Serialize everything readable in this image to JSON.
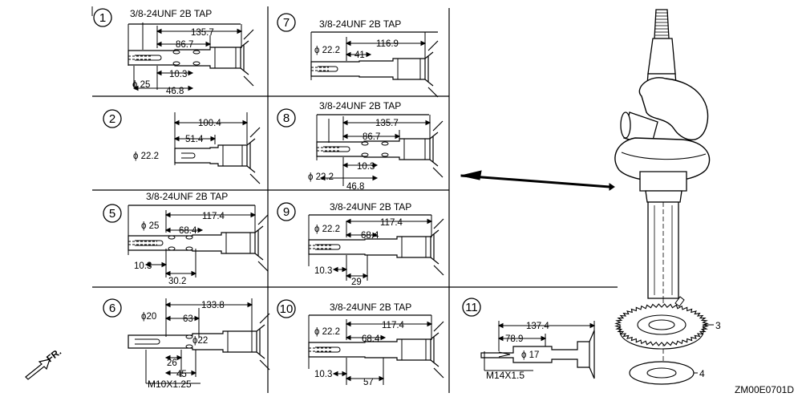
{
  "cells": [
    {
      "id": "1",
      "tap": "3/8-24UNF 2B TAP",
      "dims": [
        "135.7",
        "86.7",
        "10.3",
        "46.8"
      ],
      "phi": [
        "25"
      ]
    },
    {
      "id": "7",
      "tap": "3/8-24UNF 2B TAP",
      "dims": [
        "116.9",
        "41"
      ],
      "phi": [
        "22.2"
      ]
    },
    {
      "id": "2",
      "tap": "",
      "dims": [
        "100.4",
        "51.4"
      ],
      "phi": [
        "22.2"
      ]
    },
    {
      "id": "8",
      "tap": "3/8-24UNF 2B TAP",
      "dims": [
        "135.7",
        "86.7",
        "10.3",
        "46.8"
      ],
      "phi": [
        "22.2"
      ]
    },
    {
      "id": "5",
      "tap": "3/8-24UNF 2B TAP",
      "dims": [
        "117.4",
        "68.4",
        "10.3",
        "30.2"
      ],
      "phi": [
        "25"
      ]
    },
    {
      "id": "9",
      "tap": "3/8-24UNF 2B TAP",
      "dims": [
        "117.4",
        "68.4",
        "10.3",
        "29"
      ],
      "phi": [
        "22.2"
      ]
    },
    {
      "id": "6",
      "tap": "",
      "dims": [
        "133.8",
        "63",
        "26",
        "45"
      ],
      "phi": [
        "20",
        "22"
      ],
      "thread": "M10X1.25"
    },
    {
      "id": "10",
      "tap": "3/8-24UNF 2B TAP",
      "dims": [
        "117.4",
        "68.4",
        "10.3",
        "57"
      ],
      "phi": [
        "22.2"
      ]
    },
    {
      "id": "11",
      "tap": "",
      "dims": [
        "137.4",
        "78.9"
      ],
      "phi": [
        "17"
      ],
      "thread": "M14X1.5"
    }
  ],
  "phi_symbol": "ϕ",
  "parts": {
    "gear": "3",
    "washer": "4"
  },
  "front_label": "FR.",
  "code": "ZM00E0701D"
}
